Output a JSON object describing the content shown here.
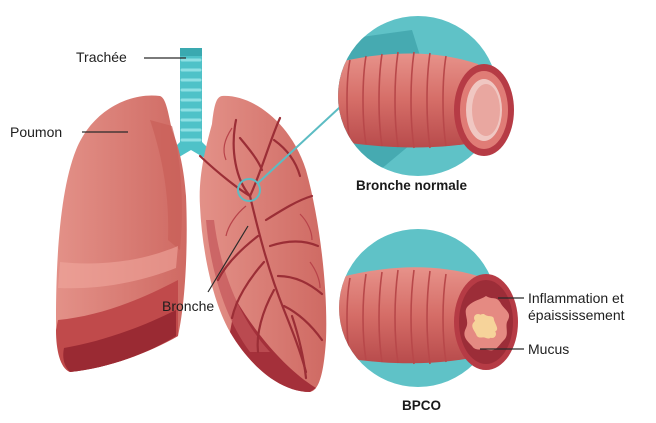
{
  "labels": {
    "trachea": "Trachée",
    "lung": "Poumon",
    "bronchus": "Bronche",
    "inflammation_line1": "Inflammation et",
    "inflammation_line2": "épaississement",
    "mucus": "Mucus"
  },
  "captions": {
    "normal": "Bronche normale",
    "copd": "BPCO"
  },
  "colors": {
    "lung_main": "#d9726a",
    "lung_light": "#e9928a",
    "lung_dark": "#b8403f",
    "lung_deep": "#8f2430",
    "trachea": "#4fc2c8",
    "trachea_ring": "#8fe0e3",
    "circle_bg": "#5fc2c7",
    "circle_dark": "#3fa3ab",
    "bronchus_outer": "#c9525a",
    "bronchus_inner": "#e9857d",
    "mucus": "#f6d39a",
    "leader_line": "#2a2a2a",
    "text": "#1e1e1e"
  },
  "icons": [
    "lung-illustration",
    "trachea-illustration",
    "bronchus-normal-illustration",
    "bronchus-copd-illustration"
  ]
}
